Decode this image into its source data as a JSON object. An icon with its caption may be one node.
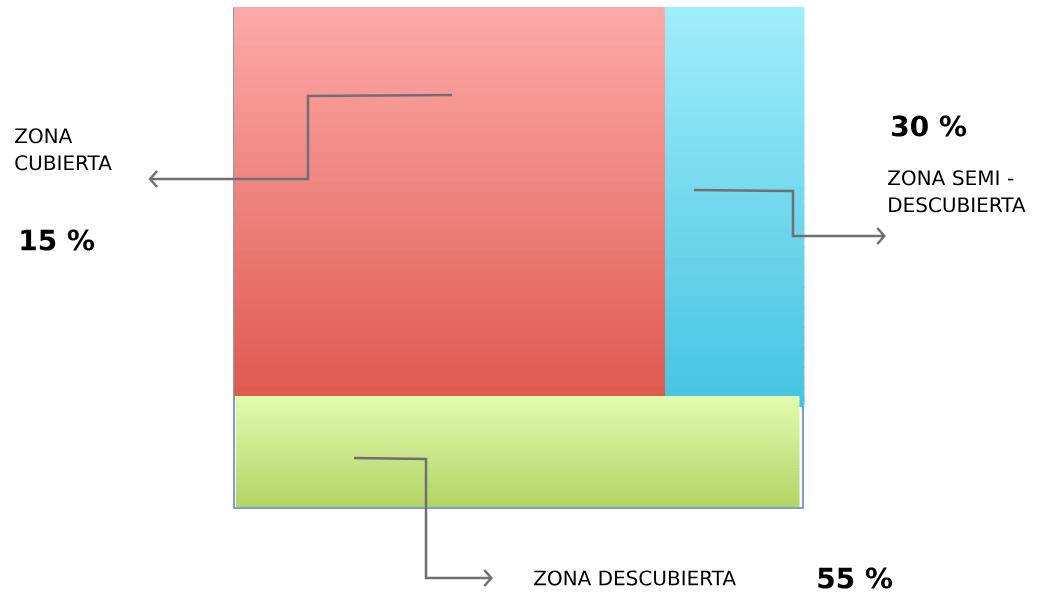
{
  "diagram": {
    "nodes": [
      {
        "text": [],
        "shape": "box"
      },
      {
        "text": [],
        "shape": "box",
        "in": 0
      },
      {
        "text": [],
        "shape": "box",
        "in": 0
      },
      {
        "text": [],
        "shape": "box",
        "in": 0
      },
      {
        "text": [
          "ZONA CUBIERTA"
        ],
        "beside": [
          "15  %"
        ]
      },
      {
        "text": [
          "ZONA SEMI - DESCUBIERTA"
        ],
        "beside": [
          "30  %"
        ]
      },
      {
        "text": [
          "ZONA DESCUBIERTA"
        ],
        "beside": [
          "55  %"
        ]
      }
    ],
    "edges": [
      {
        "from": 1,
        "to": 4,
        "arrow": "to"
      },
      {
        "from": 2,
        "to": 5,
        "arrow": "to"
      },
      {
        "from": 3,
        "to": 6,
        "arrow": "to"
      }
    ]
  }
}
